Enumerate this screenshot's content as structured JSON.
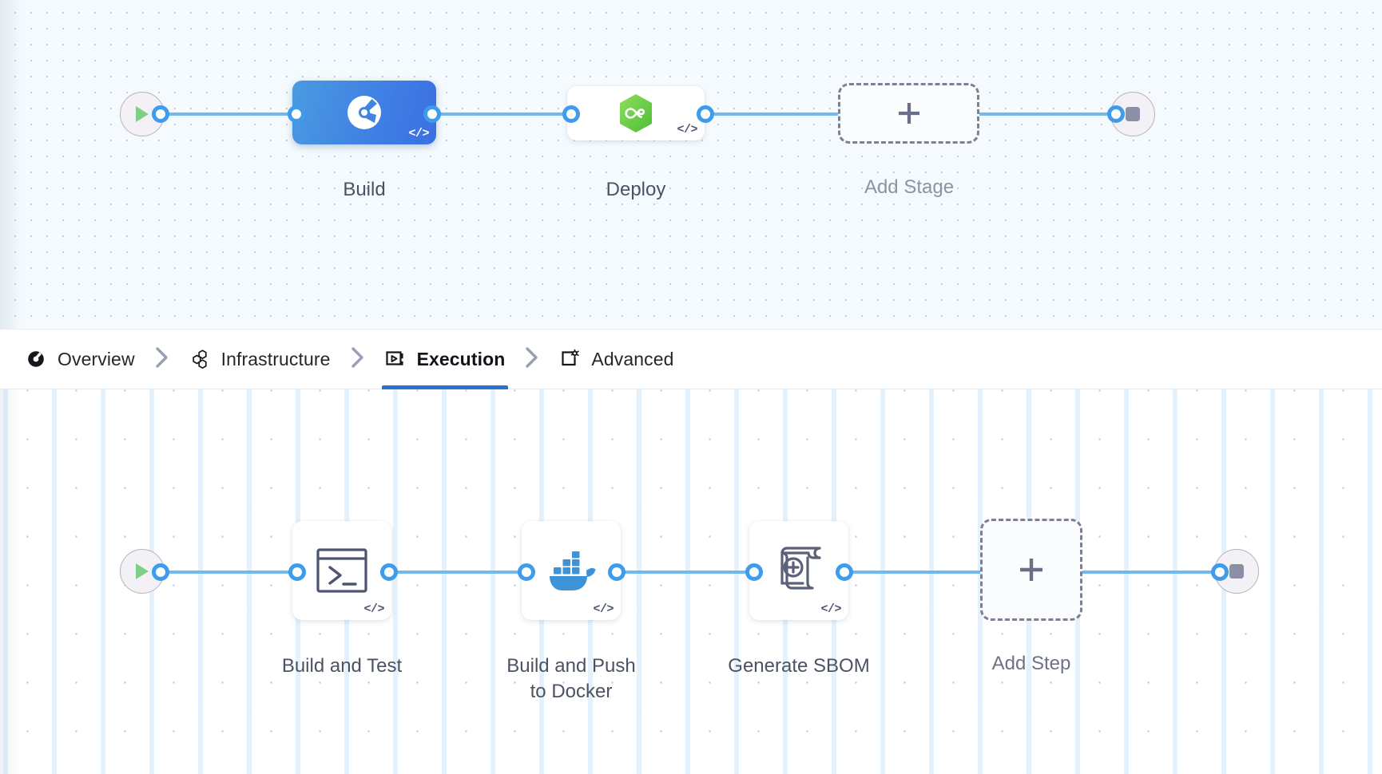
{
  "tabs": {
    "items": [
      {
        "label": "Overview",
        "icon": "overview-icon",
        "active": false
      },
      {
        "label": "Infrastructure",
        "icon": "infrastructure-icon",
        "active": false
      },
      {
        "label": "Execution",
        "icon": "execution-icon",
        "active": true
      },
      {
        "label": "Advanced",
        "icon": "advanced-icon",
        "active": false
      }
    ],
    "separator_icon": "chevron-right-icon",
    "active_underline_color": "#2d72d2"
  },
  "stage_graph": {
    "start_node": {
      "icon": "play-icon",
      "color": "#7ed087"
    },
    "end_node": {
      "icon": "stop-icon",
      "color": "#8b90a6"
    },
    "nodes": [
      {
        "label": "Build",
        "icon": "harness-ci-icon",
        "badge": "</>",
        "selected": true,
        "type": "stage"
      },
      {
        "label": "Deploy",
        "icon": "harness-cd-icon",
        "badge": "</>",
        "selected": false,
        "type": "stage"
      },
      {
        "label": "Add Stage",
        "icon": "plus-icon",
        "badge": "",
        "selected": false,
        "type": "add"
      }
    ]
  },
  "step_graph": {
    "start_node": {
      "icon": "play-icon",
      "color": "#7ed087"
    },
    "end_node": {
      "icon": "stop-icon",
      "color": "#8b90a6"
    },
    "nodes": [
      {
        "label": "Build and Test",
        "icon": "terminal-icon",
        "badge": "</>",
        "type": "step"
      },
      {
        "label": "Build and Push\nto Docker",
        "icon": "docker-icon",
        "badge": "</>",
        "type": "step"
      },
      {
        "label": "Generate SBOM",
        "icon": "sbom-icon",
        "badge": "</>",
        "type": "step"
      },
      {
        "label": "Add Step",
        "icon": "plus-icon",
        "badge": "",
        "type": "add"
      }
    ]
  },
  "colors": {
    "wire": "#6fb9ee",
    "port_ring": "#3f9bec",
    "stage_canvas_bg": "#f4fafd",
    "step_canvas_bg": "#ffffff",
    "selected_stage_gradient_from": "#4a9ae0",
    "selected_stage_gradient_to": "#3b6fe2",
    "docker_blue": "#3d92d8",
    "deploy_green": "#72cc4a"
  }
}
